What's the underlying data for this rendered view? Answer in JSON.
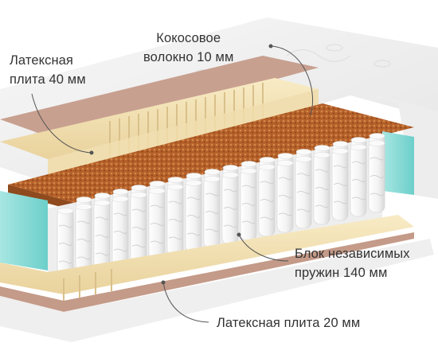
{
  "product": {
    "callouts": {
      "latex_top": {
        "lines": [
          "Латексная",
          "плита 40 мм"
        ]
      },
      "coconut": {
        "lines": [
          "Кокосовое",
          "волокно 10 мм"
        ]
      },
      "springs": {
        "lines": [
          "Блок независимых",
          "пружин 140 мм"
        ]
      },
      "latex_bottom": {
        "lines": [
          "Латексная плита  20 мм"
        ]
      }
    }
  },
  "colors": {
    "latex": "#f3e3b7",
    "coconut": "#b8622a",
    "cover": "#f5f5f5",
    "foam_blue": "#8fdcd8",
    "felt": "#c49a88",
    "spring": "#ffffff"
  }
}
